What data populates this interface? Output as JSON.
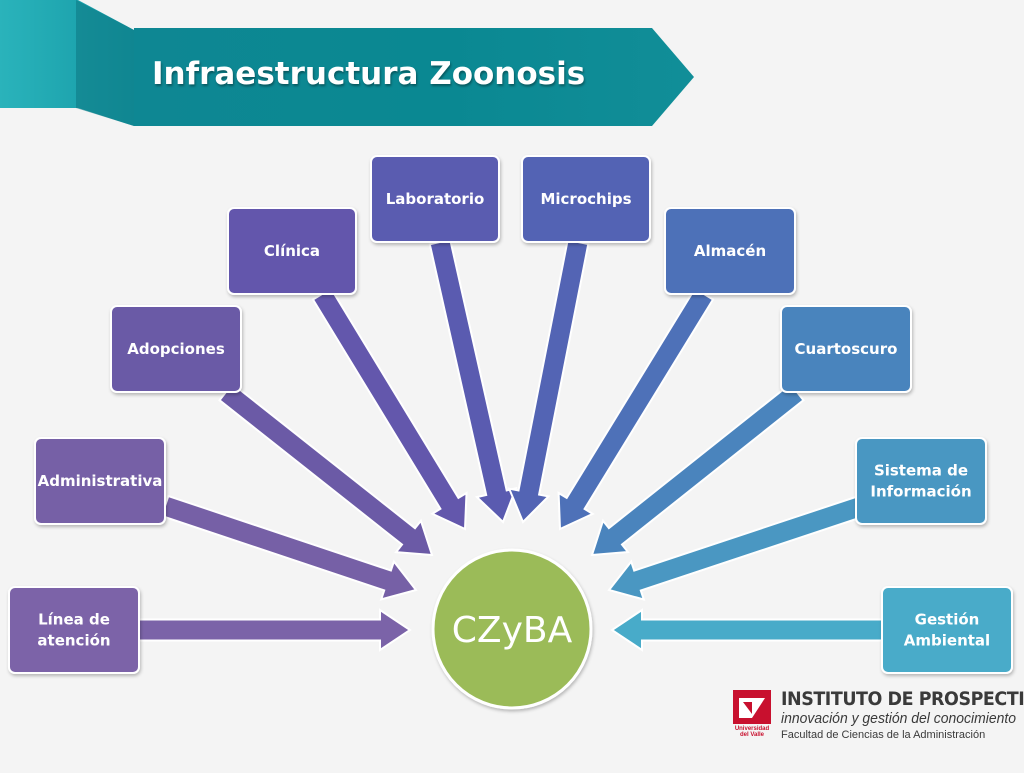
{
  "title": "Infraestructura Zoonosis",
  "center": {
    "label": "CZyBA",
    "color": "#9bbb59"
  },
  "nodes": [
    {
      "id": "linea-atencion",
      "lines": [
        "Línea de",
        "atención"
      ],
      "color": "#7b63a8"
    },
    {
      "id": "administrativa",
      "lines": [
        "Administrativa"
      ],
      "color": "#7660a6"
    },
    {
      "id": "adopciones",
      "lines": [
        "Adopciones"
      ],
      "color": "#6b5aa6"
    },
    {
      "id": "clinica",
      "lines": [
        "Clínica"
      ],
      "color": "#6357ac"
    },
    {
      "id": "laboratorio",
      "lines": [
        "Laboratorio"
      ],
      "color": "#5a5bb0"
    },
    {
      "id": "microchips",
      "lines": [
        "Microchips"
      ],
      "color": "#5364b4"
    },
    {
      "id": "almacen",
      "lines": [
        "Almacén"
      ],
      "color": "#4e71b8"
    },
    {
      "id": "cuartoscuro",
      "lines": [
        "Cuartoscuro"
      ],
      "color": "#4a84bd"
    },
    {
      "id": "sistema-informacion",
      "lines": [
        "Sistema de",
        "Información"
      ],
      "color": "#4a97c2"
    },
    {
      "id": "gestion-ambiental",
      "lines": [
        "Gestión",
        "Ambiental"
      ],
      "color": "#48abc9"
    }
  ],
  "logo": {
    "seal_text": "Universidad del Valle",
    "line1": "INSTITUTO DE PROSPECTIVA",
    "line2": "innovación y gestión del conocimiento",
    "line3": "Facultad de Ciencias de la Administración"
  },
  "colors": {
    "banner_dark": "#0b7f8c",
    "banner_light": "#1aa3ad",
    "background": "#f4f4f4"
  }
}
